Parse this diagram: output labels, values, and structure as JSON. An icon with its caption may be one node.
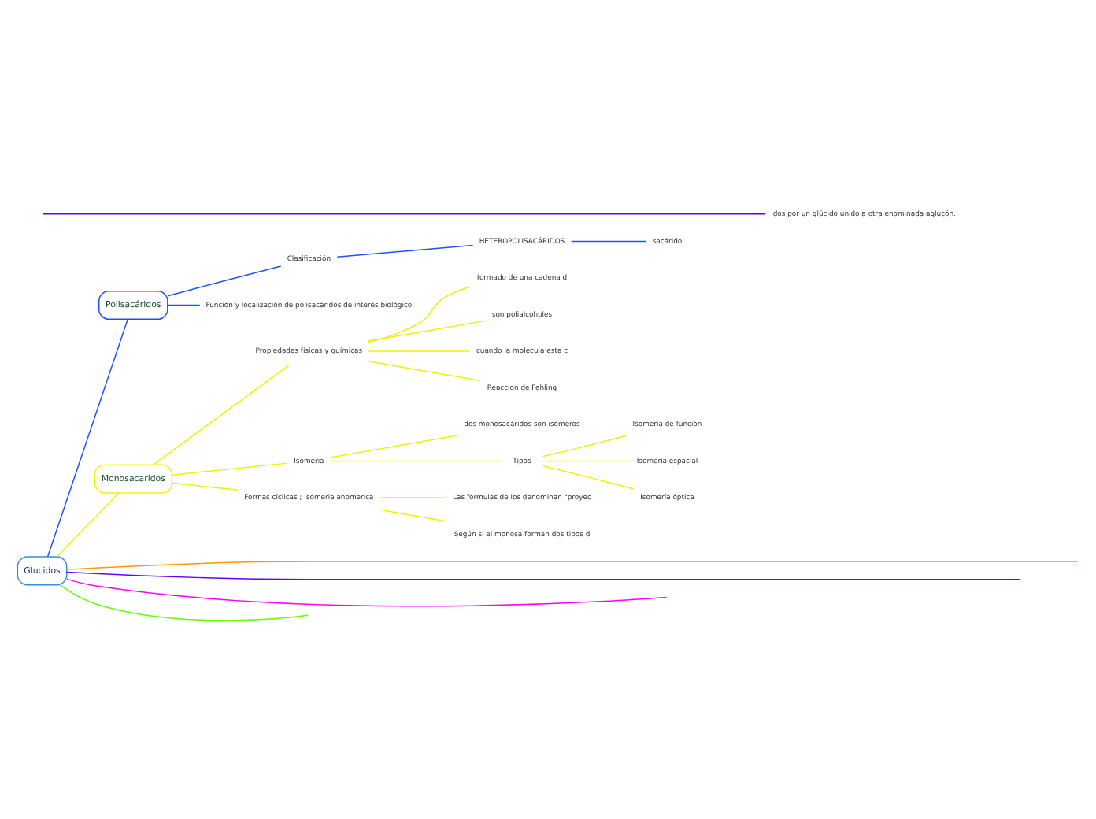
{
  "diagram": {
    "nodes": [
      {
        "text": [
          "Glucidos"
        ]
      },
      {
        "text": [
          "Polisacáridos"
        ]
      },
      {
        "text": [
          "Clasificación"
        ]
      },
      {
        "text": [
          "HETEROPOLISACÁRIDOS"
        ]
      },
      {
        "text": [
          "sacárido"
        ]
      },
      {
        "text": [
          "Función y localización de polisacáridos de interés biológico"
        ]
      },
      {
        "text": [
          "dos por un glúcido unido a otra enominada aglucón."
        ]
      },
      {
        "text": [
          "Monosacaridos"
        ]
      },
      {
        "text": [
          "Propiedades físicas y químicas"
        ]
      },
      {
        "text": [
          "formado de una cadena d"
        ]
      },
      {
        "text": [
          "son polialcoholes"
        ]
      },
      {
        "text": [
          "cuando la molecula esta c"
        ]
      },
      {
        "text": [
          "Reaccion de Fehling"
        ]
      },
      {
        "text": [
          "Isomeria"
        ]
      },
      {
        "text": [
          "dos monosacáridos son isómeros"
        ]
      },
      {
        "text": [
          "Tipos"
        ]
      },
      {
        "text": [
          "Isomería de función"
        ]
      },
      {
        "text": [
          "Isomería espacial"
        ]
      },
      {
        "text": [
          "Isomería óptica"
        ]
      },
      {
        "text": [
          "Formas cíclicas ; Isomeria anomerica"
        ]
      },
      {
        "text": [
          "Las fórmulas de los denominan \"proyec"
        ]
      },
      {
        "text": [
          "Según si el monosa forman dos tipos d"
        ]
      }
    ],
    "edges": [
      {
        "from": 0,
        "to": null,
        "arrow": "none",
        "color": "#ff9900"
      },
      {
        "from": 0,
        "to": 1,
        "arrow": "none",
        "color": "#1f4fff"
      },
      {
        "from": 1,
        "to": 2,
        "arrow": "none",
        "color": "#1f4fff"
      },
      {
        "from": 2,
        "to": 3,
        "arrow": "none",
        "color": "#1f4fff"
      },
      {
        "from": 3,
        "to": 4,
        "arrow": "none",
        "color": "#1f4fff"
      },
      {
        "from": 1,
        "to": 5,
        "arrow": "none",
        "color": "#1f4fff"
      },
      {
        "from": 0,
        "to": 7,
        "arrow": "none"
      },
      {
        "from": 7,
        "to": 8,
        "arrow": "none"
      },
      {
        "from": 8,
        "to": 9,
        "arrow": "none"
      },
      {
        "from": 8,
        "to": 10,
        "arrow": "none"
      },
      {
        "from": 8,
        "to": 11,
        "arrow": "none"
      },
      {
        "from": 8,
        "to": 12,
        "arrow": "none"
      },
      {
        "from": 7,
        "to": 13,
        "arrow": "none"
      },
      {
        "from": 13,
        "to": 14,
        "arrow": "none"
      },
      {
        "from": 13,
        "to": 15,
        "arrow": "none"
      },
      {
        "from": 15,
        "to": 16,
        "arrow": "none"
      },
      {
        "from": 15,
        "to": 17,
        "arrow": "none"
      },
      {
        "from": 15,
        "to": 18,
        "arrow": "none"
      },
      {
        "from": 7,
        "to": 19,
        "arrow": "none"
      },
      {
        "from": 19,
        "to": 20,
        "arrow": "none"
      },
      {
        "from": 19,
        "to": 21,
        "arrow": "none"
      },
      {
        "from": 0,
        "to": null,
        "arrow": "none",
        "color": "#6600ff"
      },
      {
        "from": null,
        "to": 6,
        "arrow": "none",
        "color": "#6600ff"
      },
      {
        "from": 0,
        "to": null,
        "arrow": "none",
        "color": "#ff00ff"
      },
      {
        "from": 0,
        "to": null,
        "arrow": "none",
        "color": "#66ff00"
      }
    ]
  }
}
